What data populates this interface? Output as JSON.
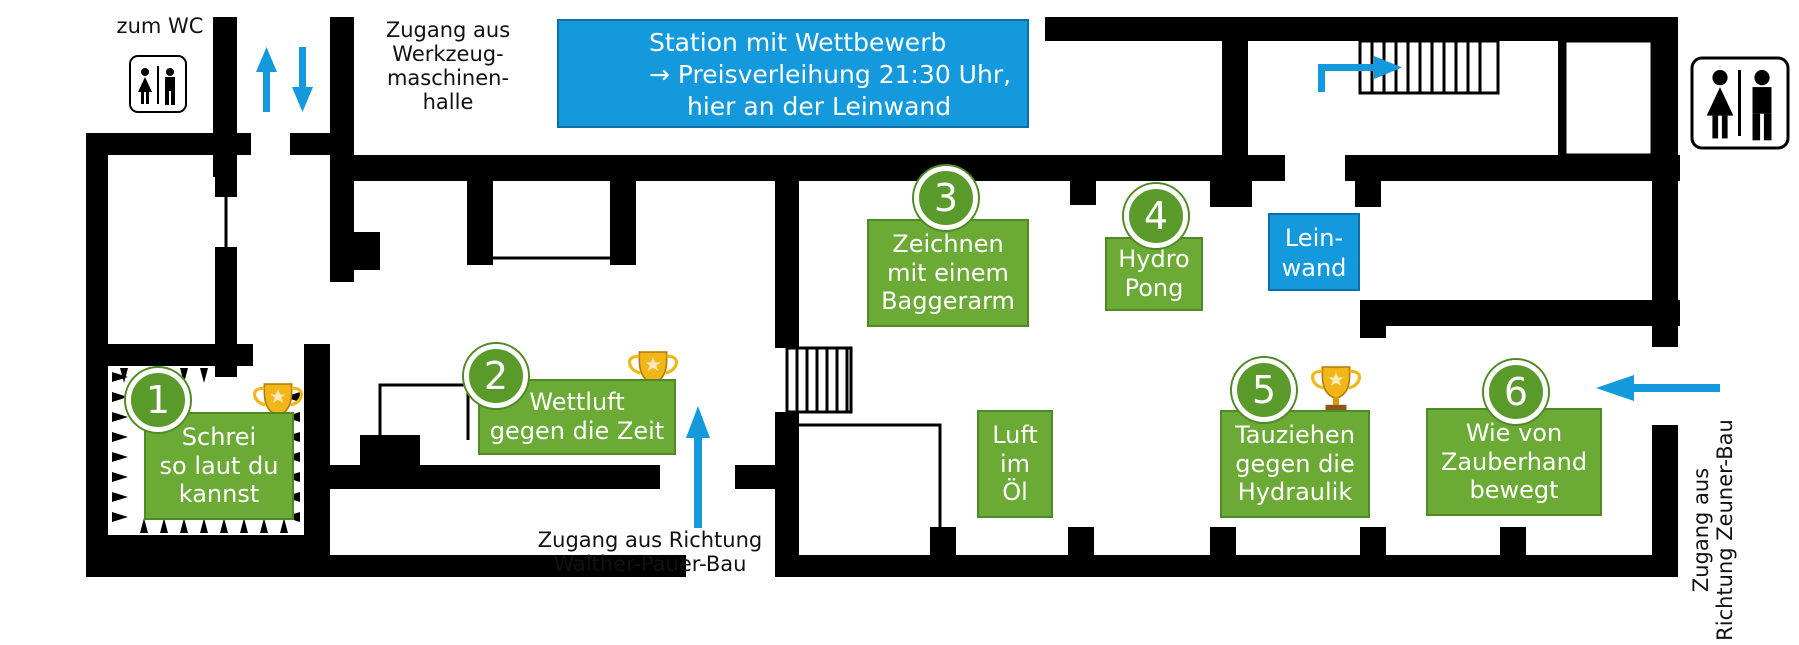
{
  "labels": {
    "wc_left": "zum WC",
    "entrance_top": [
      "Zugang aus",
      "Werkzeug-",
      "maschinen-",
      "halle"
    ],
    "entrance_bottom": [
      "Zugang aus Richtung",
      "Walther-Pauer-Bau"
    ],
    "entrance_right": [
      "Zugang aus",
      "Richtung Zeuner-Bau"
    ]
  },
  "legend": {
    "lines": [
      "Station mit Wettbewerb",
      "→ Preisverleihung 21:30 Uhr,",
      "hier an der Leinwand"
    ],
    "icon": "trophy-icon"
  },
  "screen_label": [
    "Lein-",
    "wand"
  ],
  "stations": [
    {
      "number": "1",
      "lines": [
        "Schrei",
        "so laut du",
        "kannst"
      ],
      "competition": true
    },
    {
      "number": "2",
      "lines": [
        "Wettluft",
        "gegen die Zeit"
      ],
      "competition": true
    },
    {
      "number": "3",
      "lines": [
        "Zeichnen",
        "mit einem",
        "Baggerarm"
      ],
      "competition": false
    },
    {
      "number": "4",
      "lines": [
        "Hydro",
        "Pong"
      ],
      "competition": false
    },
    {
      "number": "5",
      "lines": [
        "Tauziehen",
        "gegen die",
        "Hydraulik"
      ],
      "competition": true
    },
    {
      "number": "6",
      "lines": [
        "Wie von",
        "Zauberhand",
        "bewegt"
      ],
      "competition": false
    }
  ],
  "unnumbered_station": {
    "lines": [
      "Luft",
      "im",
      "Öl"
    ]
  },
  "colors": {
    "wall": "#000000",
    "station_green": "#6aaa35",
    "station_border": "#4f8a27",
    "badge_green": "#5a9a2a",
    "info_blue": "#1499dd",
    "arrow_blue": "#1499dd",
    "trophy_gold": "#f2b619"
  }
}
